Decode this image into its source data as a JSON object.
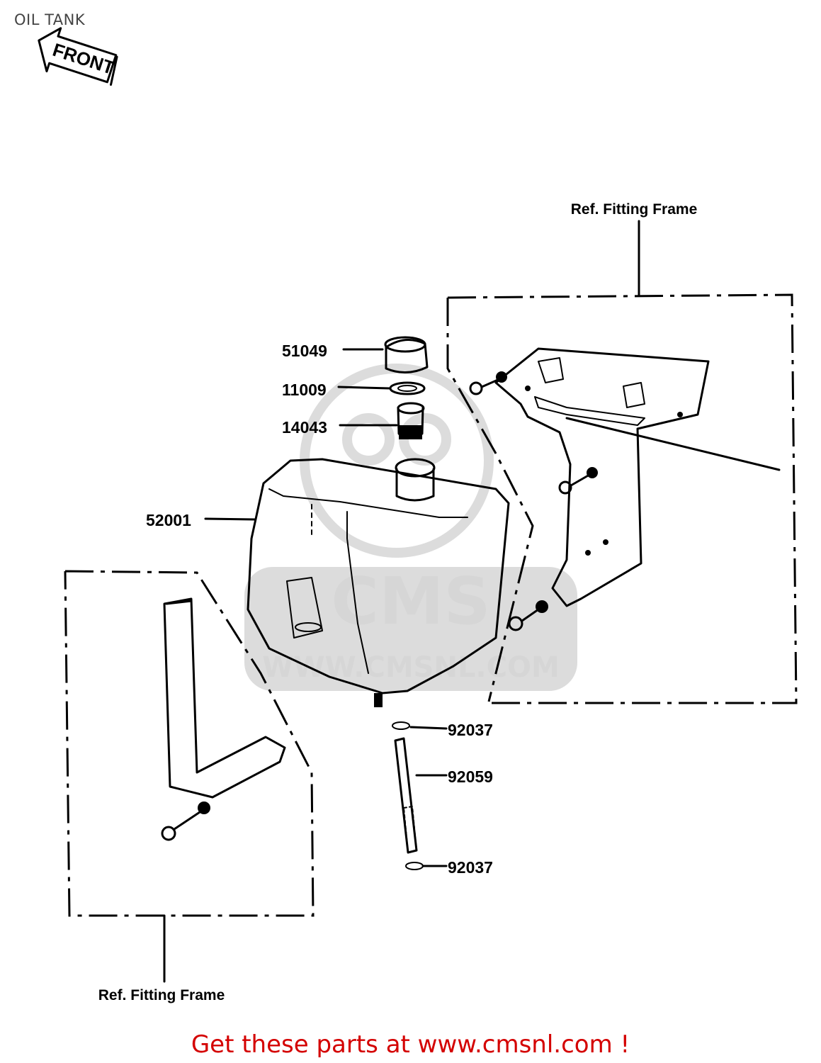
{
  "title": "OIL TANK",
  "front_label": "FRONT",
  "ref_label_top": "Ref.  Fitting Frame",
  "ref_label_bottom": "Ref.  Fitting Frame",
  "parts": [
    {
      "number": "51049"
    },
    {
      "number": "11009"
    },
    {
      "number": "14043"
    },
    {
      "number": "52001"
    },
    {
      "number": "92037"
    },
    {
      "number": "92059"
    },
    {
      "number": "92037"
    }
  ],
  "watermark": {
    "brand": "CMS",
    "url": "WWW.CMSNL.COM"
  },
  "footer": {
    "text": "Get these parts at www.cmsnl.com !",
    "color": "#d40000"
  }
}
